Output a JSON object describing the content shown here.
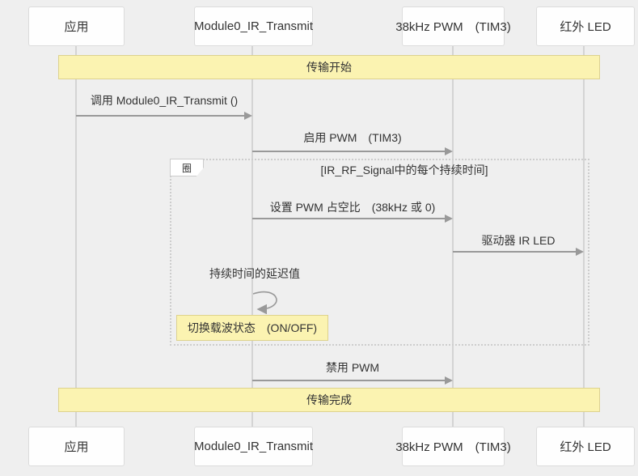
{
  "diagram_type": "sequence-diagram",
  "colors": {
    "background": "#efefef",
    "participant_fill": "#fefefe",
    "participant_border": "#dcdcdc",
    "banner_fill": "#fbf3b1",
    "banner_border": "#ddd28e",
    "note_fill": "#fbf3b1",
    "arrow": "#999999",
    "lifeline": "#d4d4d4",
    "loop_border": "#cdcdcd",
    "text": "#333333"
  },
  "participants": [
    {
      "label": "应用"
    },
    {
      "label": "Module0_IR_Transmit"
    },
    {
      "label": "38kHz PWM　(TIM3)"
    },
    {
      "label": "红外 LED"
    }
  ],
  "banners": [
    {
      "label": "传输开始"
    },
    {
      "label": "传输完成"
    }
  ],
  "loop": {
    "label": "圈",
    "condition": "[IR_RF_Signal中的每个持续时间]"
  },
  "messages": [
    {
      "text": "调用 Module0_IR_Transmit ()",
      "from": "应用",
      "to": "Module0_IR_Transmit",
      "type": "solid-arrow"
    },
    {
      "text": "启用 PWM　(TIM3)",
      "from": "Module0_IR_Transmit",
      "to": "38kHz PWM　(TIM3)",
      "type": "solid-arrow"
    },
    {
      "text": "设置 PWM 占空比　(38kHz 或 0)",
      "from": "Module0_IR_Transmit",
      "to": "38kHz PWM　(TIM3)",
      "type": "solid-arrow"
    },
    {
      "text": "驱动器 IR LED",
      "from": "38kHz PWM　(TIM3)",
      "to": "红外 LED",
      "type": "solid-arrow"
    },
    {
      "text": "持续时间的延迟值",
      "from": "Module0_IR_Transmit",
      "to": "Module0_IR_Transmit",
      "type": "self-arrow"
    },
    {
      "text": "禁用 PWM",
      "from": "Module0_IR_Transmit",
      "to": "38kHz PWM　(TIM3)",
      "type": "solid-arrow"
    }
  ],
  "note": {
    "text": "切换载波状态　(ON/OFF)",
    "attached_to": "Module0_IR_Transmit"
  }
}
